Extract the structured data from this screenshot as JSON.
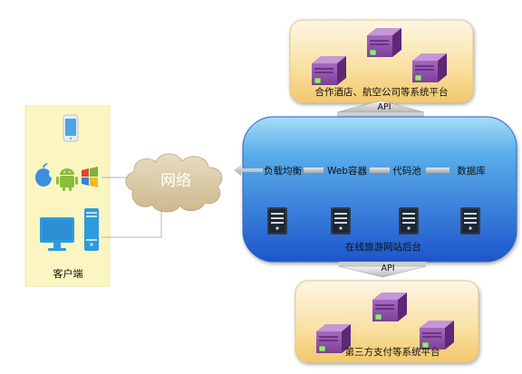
{
  "partner_platform": {
    "label": "合作酒店、航空公司等系统平台"
  },
  "payment_platform": {
    "label": "第三方支付等系统平台"
  },
  "backend": {
    "label": "在线旅游网站后台",
    "components": [
      "负载均衡",
      "Web容器",
      "代码池",
      "数据库"
    ]
  },
  "network": {
    "label": "网络"
  },
  "client": {
    "label": "客户端"
  },
  "api_top": {
    "label": "API"
  },
  "api_bottom": {
    "label": "API"
  },
  "icons": [
    "server-icon",
    "mobile-phone-icon",
    "apple-icon",
    "android-icon",
    "windows-icon",
    "monitor-icon",
    "pc-tower-icon",
    "database-server-icon"
  ],
  "colors": {
    "panel_gradient_top": "#fbf1d6",
    "panel_gradient_bottom": "#f5d078",
    "backend_top": "#8fd1f5",
    "backend_bottom": "#1f5fd0",
    "client_bg": "#fbf6c2",
    "cloud": "#d9c8a4",
    "server_purple": "#7b3b96"
  }
}
